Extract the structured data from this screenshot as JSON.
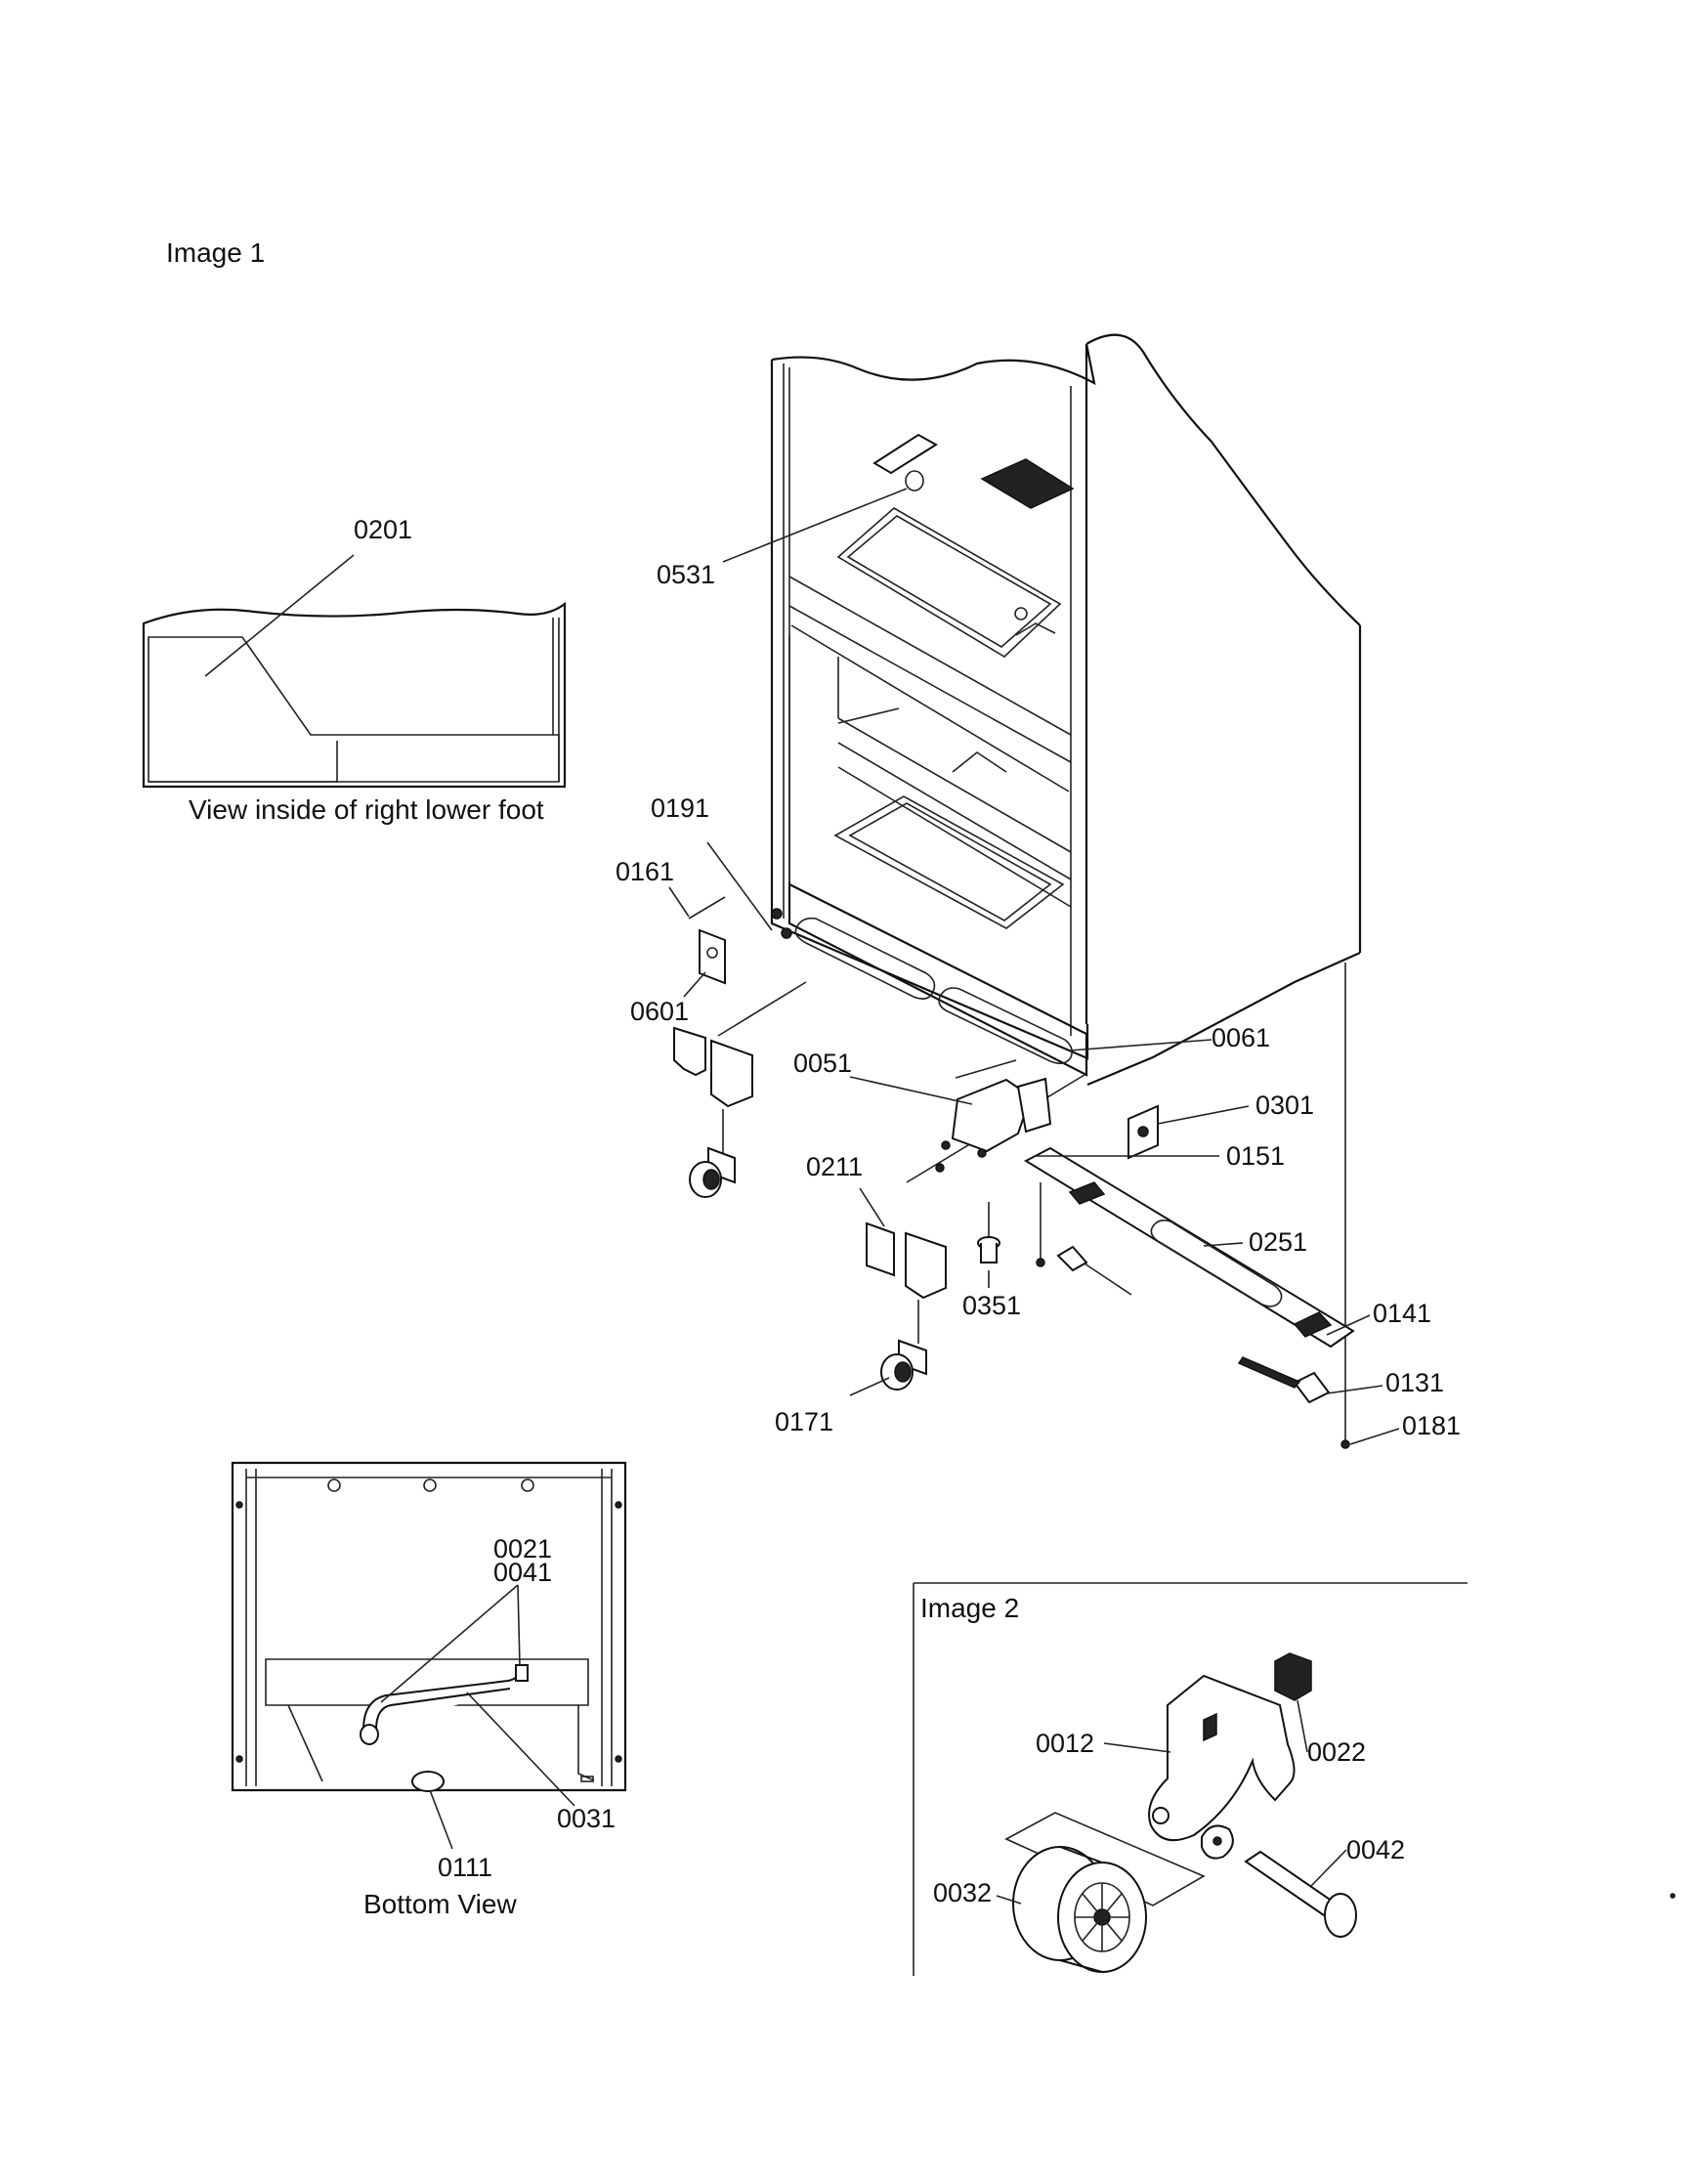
{
  "sections": {
    "image1_title": "Image 1",
    "image2_title": "Image 2",
    "foot_view_caption": "View inside of right lower foot",
    "bottom_view_caption": "Bottom View"
  },
  "callouts": {
    "p0201": "0201",
    "p0531": "0531",
    "p0191": "0191",
    "p0161": "0161",
    "p0601": "0601",
    "p0051": "0051",
    "p0061": "0061",
    "p0301": "0301",
    "p0151": "0151",
    "p0211": "0211",
    "p0251": "0251",
    "p0351": "0351",
    "p0141": "0141",
    "p0131": "0131",
    "p0181": "0181",
    "p0171": "0171",
    "p0021": "0021",
    "p0041": "0041",
    "p0031": "0031",
    "p0111": "0111",
    "p0012": "0012",
    "p0022": "0022",
    "p0042": "0042",
    "p0032": "0032"
  }
}
